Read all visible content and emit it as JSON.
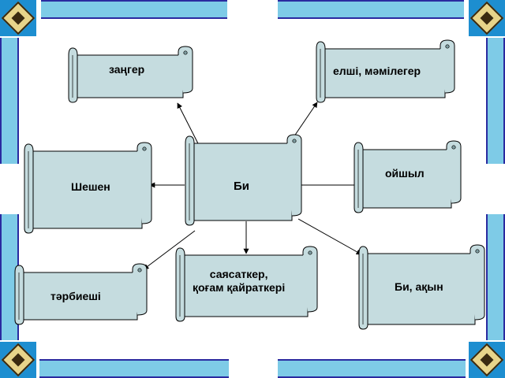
{
  "center": {
    "label": "Би"
  },
  "nodes": {
    "zanger": "заңгер",
    "elshi": "елші, мәмілегер",
    "sheshen": "Шешен",
    "oishyl": "ойшыл",
    "tarbieshi": "тәрбиеші",
    "sayasatker": "саясаткер,\nқоғам қайраткері",
    "biakyn": "Би, ақын"
  },
  "colors": {
    "scroll_fill": "#c5dcdf",
    "frame_blue": "#7ecbe7",
    "frame_gold": "#d8b23a",
    "corner_blue": "#1d8ed0"
  }
}
